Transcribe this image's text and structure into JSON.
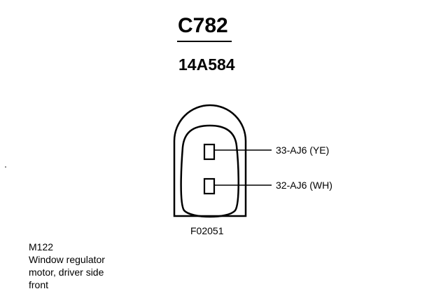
{
  "connector": {
    "id": "C782",
    "part_number": "14A584",
    "figure_code": "F02051"
  },
  "pins": [
    {
      "circuit": "33-AJ6 (YE)"
    },
    {
      "circuit": "32-AJ6 (WH)"
    }
  ],
  "component": {
    "code": "M122",
    "description_lines": [
      "Window regulator",
      "motor, driver side",
      "front"
    ]
  }
}
